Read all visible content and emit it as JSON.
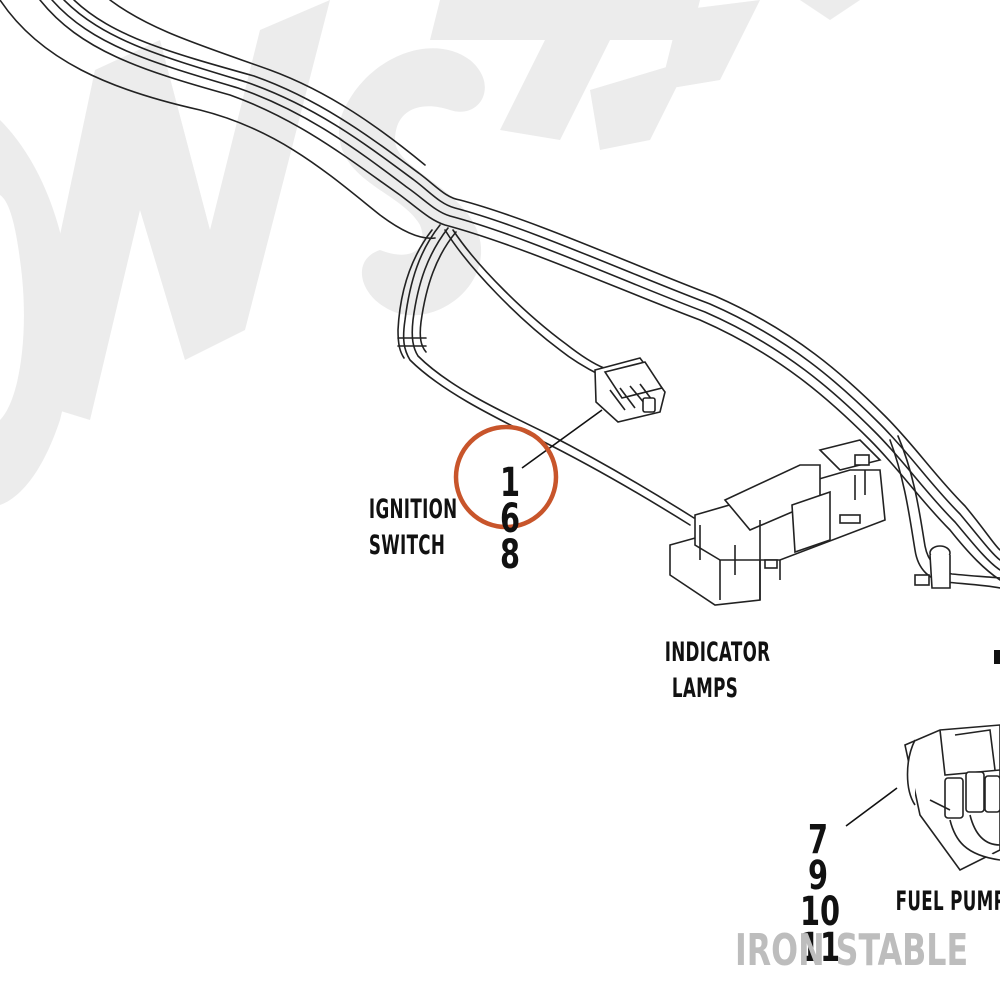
{
  "labels": {
    "ignition_switch": [
      "IGNITION",
      "SWITCH"
    ],
    "indicator_lamps": [
      "INDICATOR",
      "LAMPS"
    ],
    "fuel_pump": "FUEL PUMP"
  },
  "callouts": {
    "ignition_connector": [
      "1",
      "6",
      "8"
    ],
    "fuel_pump_connector": [
      "7",
      "9",
      "10",
      "11"
    ]
  },
  "highlight_color": "#c8552b",
  "watermark_text": "IRON STABLE",
  "background_watermark_text": "IRON STABLE"
}
